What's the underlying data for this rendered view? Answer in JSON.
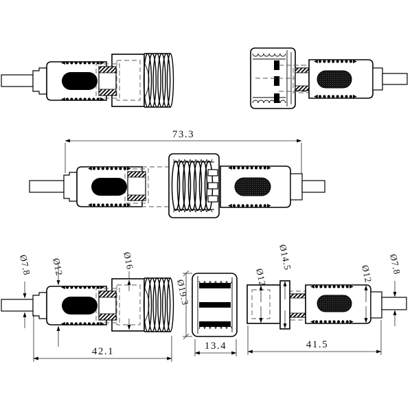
{
  "drawing": {
    "background": "#ffffff",
    "line_color": "#000000",
    "hidden_line_color": "#555555",
    "dimensions": {
      "assembled_length": "73.3",
      "male": {
        "cable_dia": "Ø7.8",
        "body_dia": "Ø12",
        "thread_dia": "Ø16",
        "length": "42.1"
      },
      "coupling_cap": {
        "outer_dia": "Ø19.3",
        "length": "13.4"
      },
      "female": {
        "rear_dia": "Ø12",
        "flange_dia": "Ø14.5",
        "body_dia": "Ø12",
        "cable_dia": "Ø7.8",
        "length": "41.5"
      }
    }
  }
}
